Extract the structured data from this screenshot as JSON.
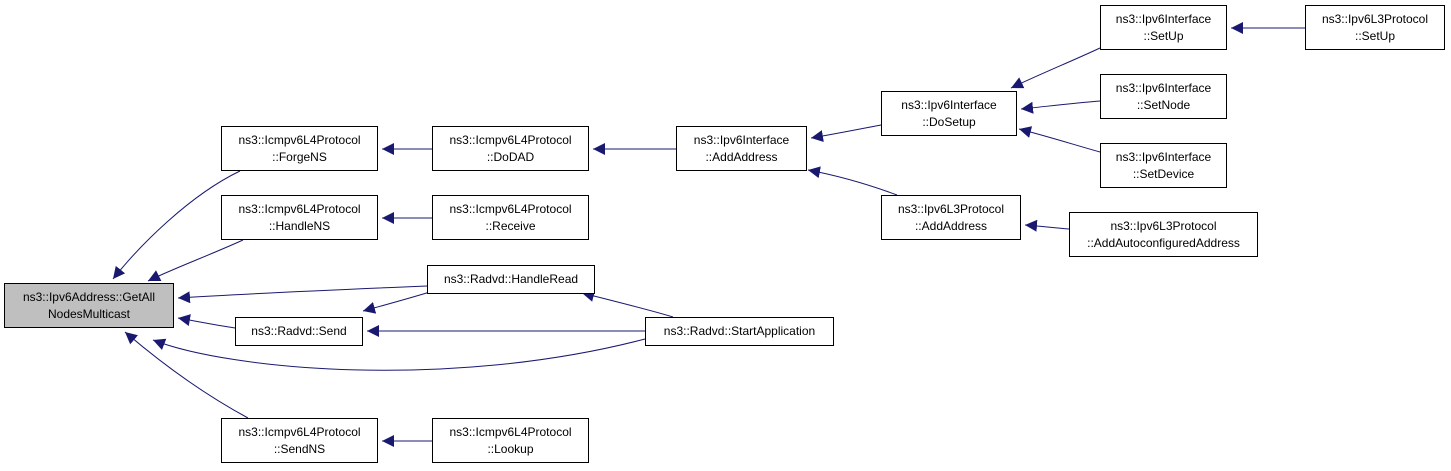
{
  "nodes": {
    "root": {
      "line1": "ns3::Ipv6Address::GetAll",
      "line2": "NodesMulticast"
    },
    "forgens": {
      "line1": "ns3::Icmpv6L4Protocol",
      "line2": "::ForgeNS"
    },
    "handlens": {
      "line1": "ns3::Icmpv6L4Protocol",
      "line2": "::HandleNS"
    },
    "sendns": {
      "line1": "ns3::Icmpv6L4Protocol",
      "line2": "::SendNS"
    },
    "dodad": {
      "line1": "ns3::Icmpv6L4Protocol",
      "line2": "::DoDAD"
    },
    "receive": {
      "line1": "ns3::Icmpv6L4Protocol",
      "line2": "::Receive"
    },
    "lookup": {
      "line1": "ns3::Icmpv6L4Protocol",
      "line2": "::Lookup"
    },
    "handleread": {
      "line1": "ns3::Radvd::HandleRead"
    },
    "send": {
      "line1": "ns3::Radvd::Send"
    },
    "startapp": {
      "line1": "ns3::Radvd::StartApplication"
    },
    "ifaddaddr": {
      "line1": "ns3::Ipv6Interface",
      "line2": "::AddAddress"
    },
    "dosetup": {
      "line1": "ns3::Ipv6Interface",
      "line2": "::DoSetup"
    },
    "l3addaddr": {
      "line1": "ns3::Ipv6L3Protocol",
      "line2": "::AddAddress"
    },
    "setup": {
      "line1": "ns3::Ipv6Interface",
      "line2": "::SetUp"
    },
    "setnode": {
      "line1": "ns3::Ipv6Interface",
      "line2": "::SetNode"
    },
    "setdevice": {
      "line1": "ns3::Ipv6Interface",
      "line2": "::SetDevice"
    },
    "autoconf": {
      "line1": "ns3::Ipv6L3Protocol",
      "line2": "::AddAutoconfiguredAddress"
    },
    "l3setup": {
      "line1": "ns3::Ipv6L3Protocol",
      "line2": "::SetUp"
    }
  },
  "edges": [
    [
      "forgens",
      "root"
    ],
    [
      "handlens",
      "root"
    ],
    [
      "handleread",
      "root"
    ],
    [
      "send",
      "root"
    ],
    [
      "startapp",
      "root"
    ],
    [
      "sendns",
      "root"
    ],
    [
      "dodad",
      "forgens"
    ],
    [
      "receive",
      "handlens"
    ],
    [
      "handleread",
      "send"
    ],
    [
      "startapp",
      "send"
    ],
    [
      "startapp",
      "handleread"
    ],
    [
      "lookup",
      "sendns"
    ],
    [
      "ifaddaddr",
      "dodad"
    ],
    [
      "dosetup",
      "ifaddaddr"
    ],
    [
      "l3addaddr",
      "ifaddaddr"
    ],
    [
      "setup",
      "dosetup"
    ],
    [
      "setnode",
      "dosetup"
    ],
    [
      "setdevice",
      "dosetup"
    ],
    [
      "autoconf",
      "l3addaddr"
    ],
    [
      "l3setup",
      "setup"
    ]
  ],
  "colors": {
    "edge": "#191970",
    "root_fill": "#bfbfbf",
    "node_fill": "#ffffff",
    "border": "#000000"
  }
}
